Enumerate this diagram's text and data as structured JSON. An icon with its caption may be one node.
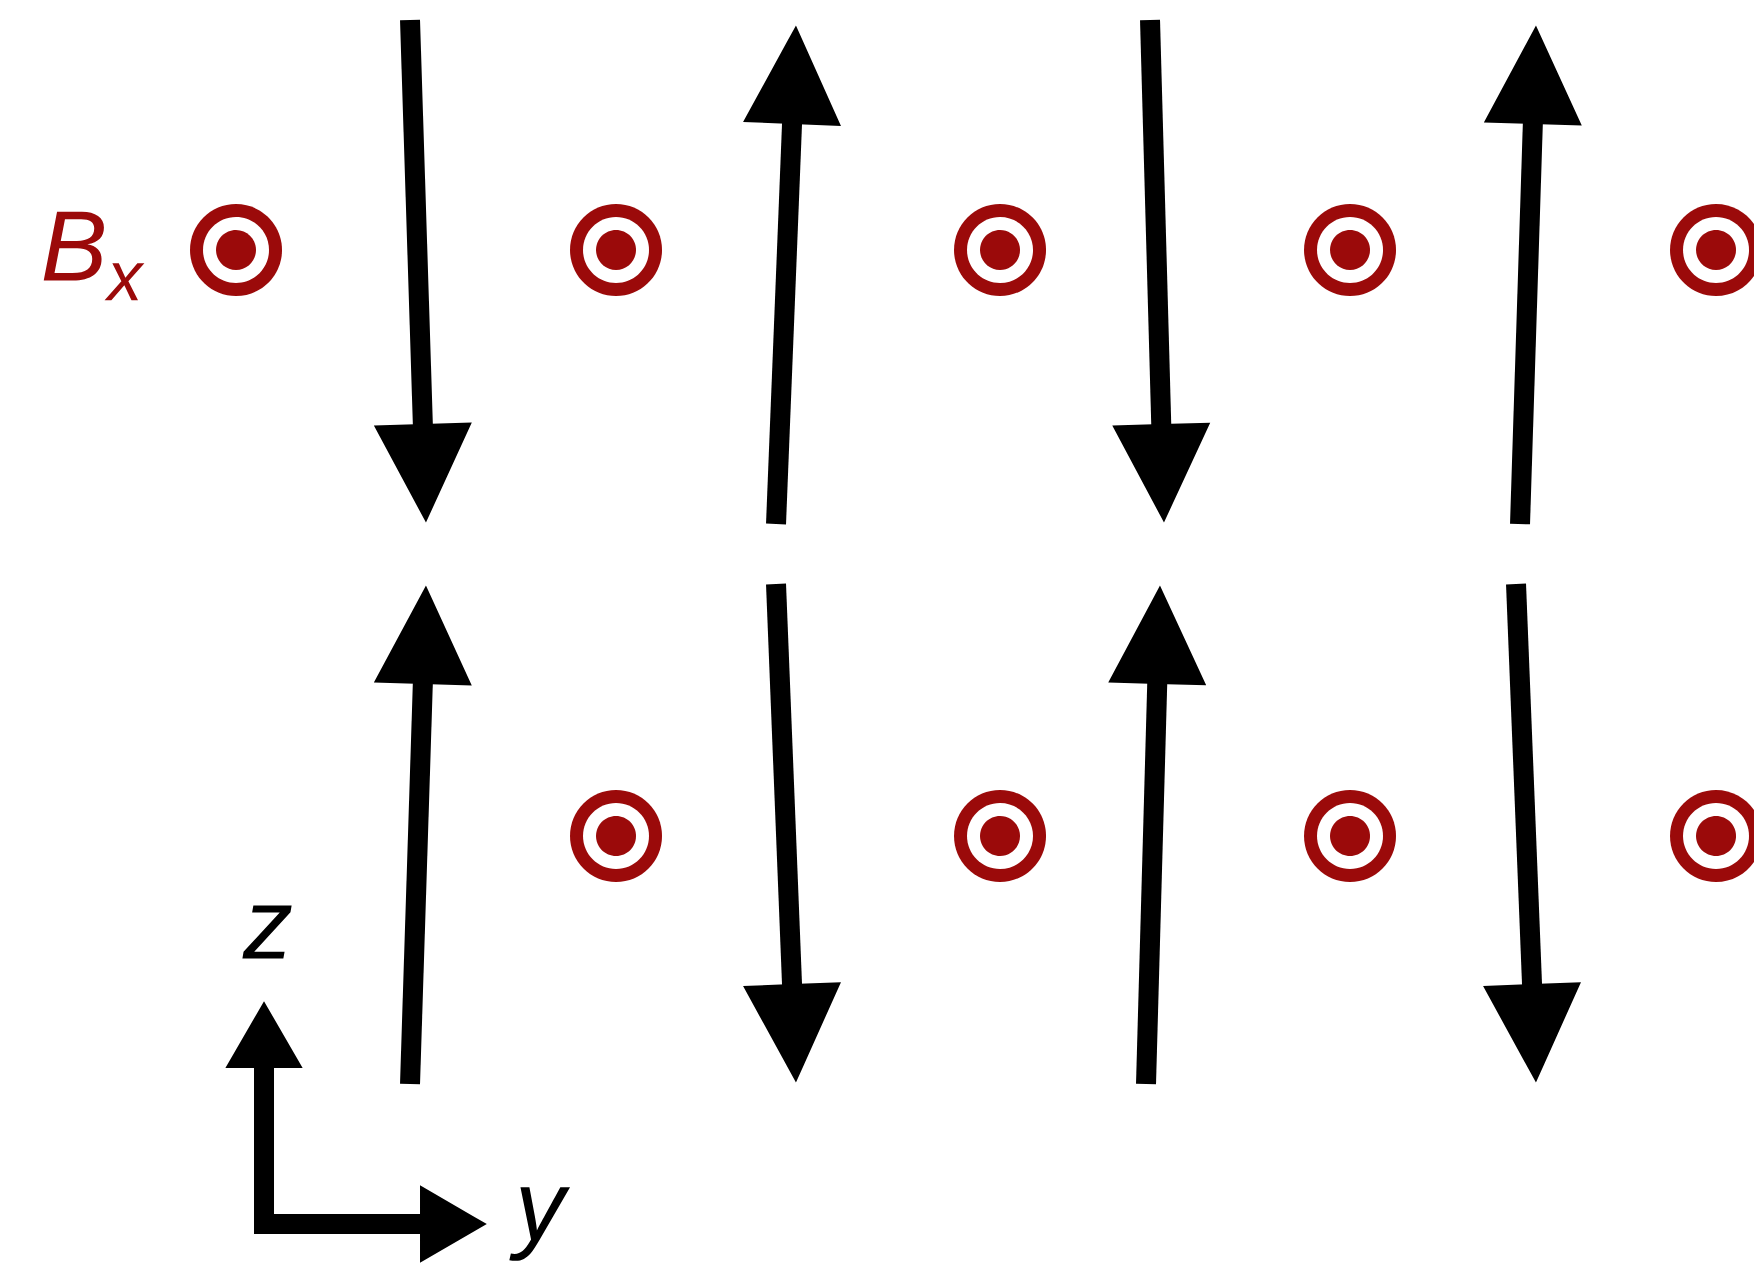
{
  "diagram": {
    "labels": [
      "B$_{x}$",
      "z",
      "y"
    ]
  }
}
